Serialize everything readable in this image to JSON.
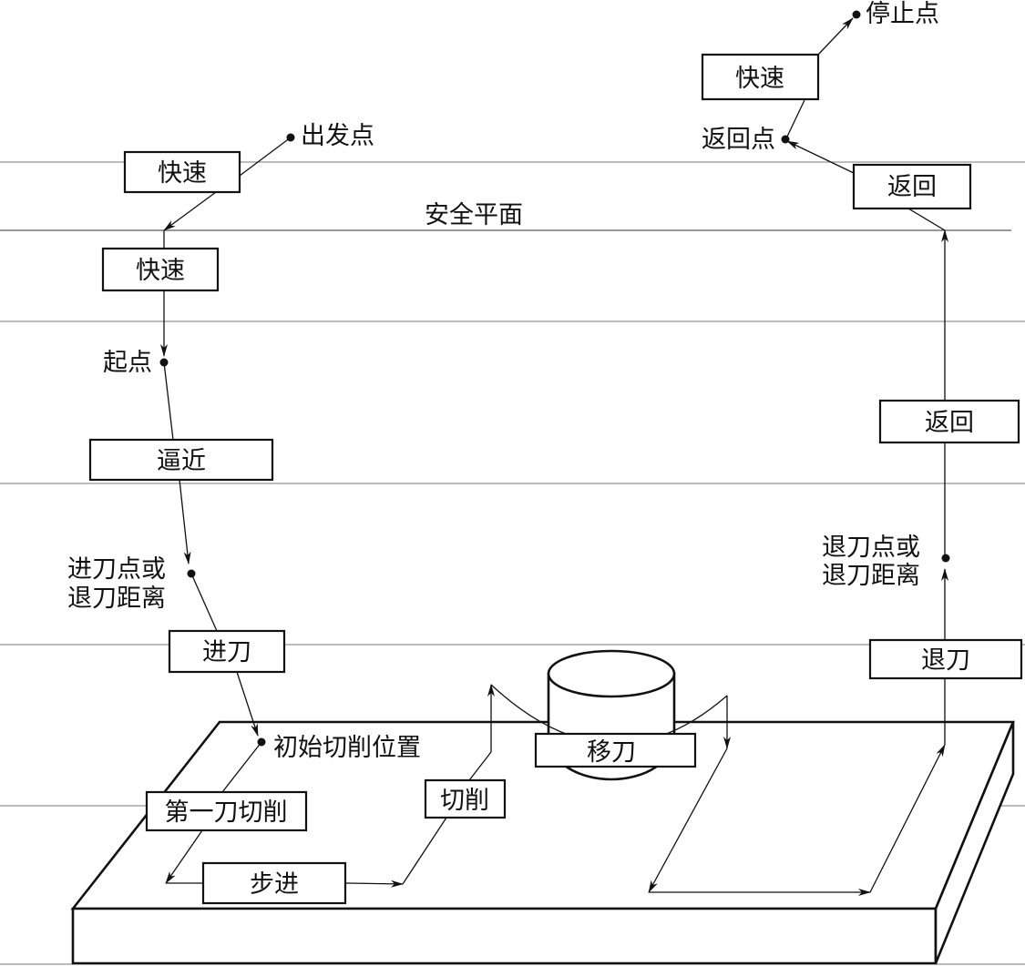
{
  "colors": {
    "ink": "#111111",
    "plane_line": "#7a7a7a",
    "background": "#ffffff"
  },
  "labels": {
    "safety_plane": "安全平面",
    "departure_point": "出发点",
    "start_point": "起点",
    "feed_point_left_line1": "进刀点或",
    "feed_point_left_line2": "退刀距离",
    "initial_cut_position": "初始切削位置",
    "return_point": "返回点",
    "stop_point": "停止点",
    "retract_point_right_line1": "退刀点或",
    "retract_point_right_line2": "退刀距离"
  },
  "boxes": {
    "rapid_top_left": "快速",
    "rapid_left": "快速",
    "approach": "逼近",
    "feed_in": "进刀",
    "first_cut": "第一刀切削",
    "step_over": "步进",
    "cutting": "切削",
    "move_tool": "移刀",
    "retract": "退刀",
    "return_lower": "返回",
    "return_upper": "返回",
    "rapid_top_right": "快速"
  }
}
